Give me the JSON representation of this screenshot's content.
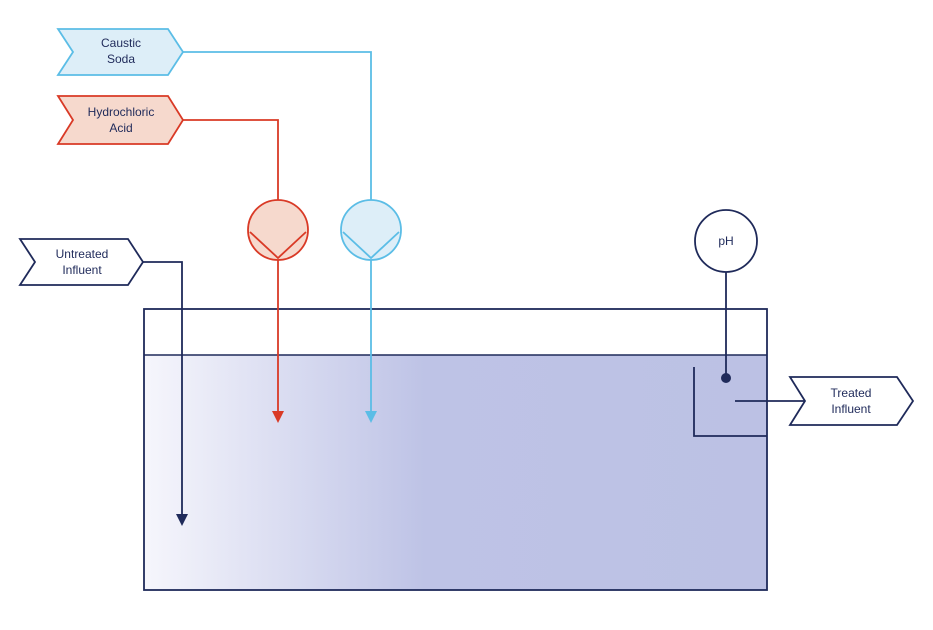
{
  "labels": {
    "caustic_line1": "Caustic",
    "caustic_line2": "Soda",
    "hcl_line1": "Hydrochloric",
    "hcl_line2": "Acid",
    "untreated_line1": "Untreated",
    "untreated_line2": "Influent",
    "treated_line1": "Treated",
    "treated_line2": "Influent",
    "ph": "pH"
  },
  "colors": {
    "navy": "#1f2a5a",
    "caustic_stroke": "#5bbde6",
    "caustic_fill": "#ddeef8",
    "acid_stroke": "#d93a26",
    "acid_fill": "#f6d9cd",
    "water_light": "#f6f6fc",
    "water_dark": "#bcc1e4"
  }
}
